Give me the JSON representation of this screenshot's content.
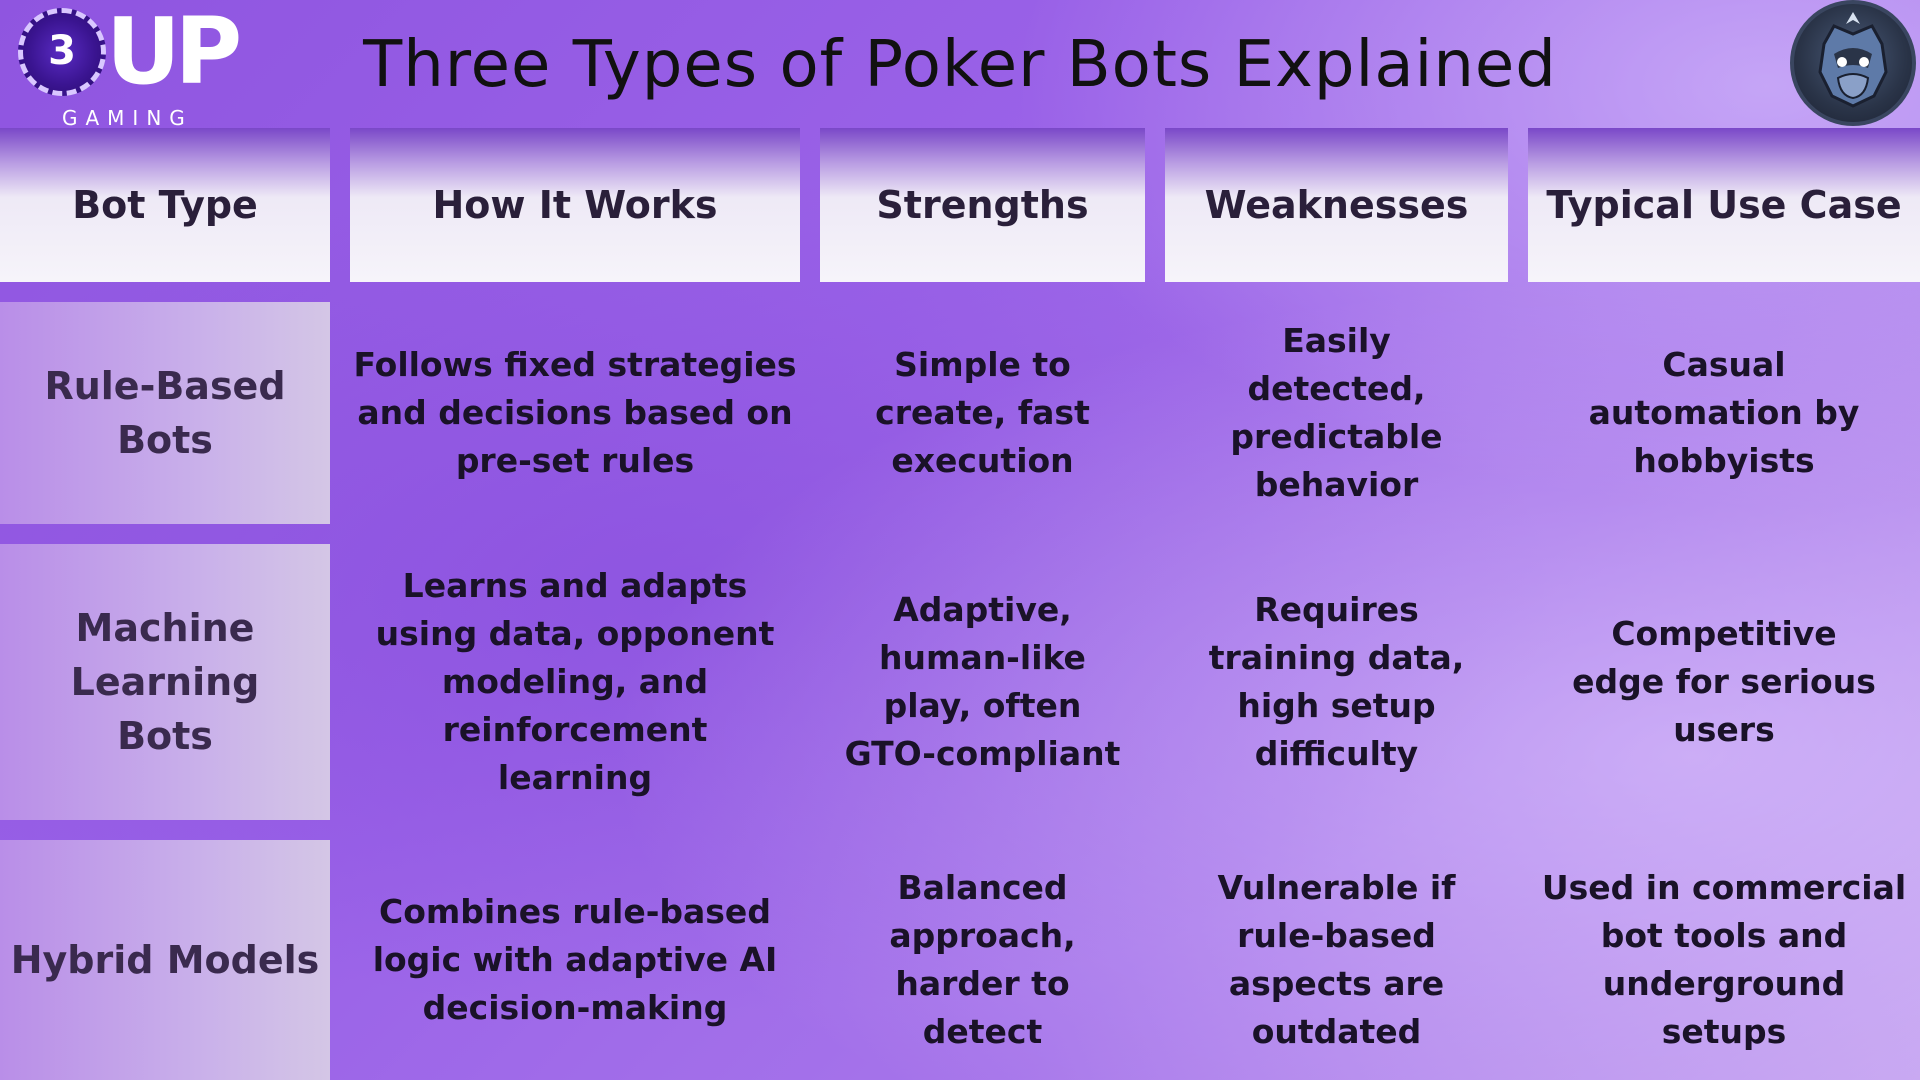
{
  "logo": {
    "number": "3",
    "wordmark": "UP",
    "tagline": "GAMING"
  },
  "title": "Three Types of Poker Bots Explained",
  "colors": {
    "accent": "#8f55e0",
    "header_bg": "#f6f4fa",
    "text": "#1a1228"
  },
  "icons": {
    "mascot": "gorilla-mascot-icon"
  },
  "table": {
    "headers": [
      "Bot Type",
      "How It Works",
      "Strengths",
      "Weaknesses",
      "Typical Use Case"
    ],
    "rows": [
      {
        "type": "Rule-Based Bots",
        "how": "Follows fixed strategies and decisions based on pre-set rules",
        "strengths": "Simple to create, fast execution",
        "weaknesses": "Easily detected, predictable behavior",
        "use": "Casual automation by hobbyists"
      },
      {
        "type": "Machine Learning Bots",
        "how": "Learns and adapts using data, opponent modeling, and reinforcement learning",
        "strengths": "Adaptive, human-like play, often GTO-compliant",
        "weaknesses": "Requires training data, high setup difficulty",
        "use": "Competitive edge for serious users"
      },
      {
        "type": "Hybrid Models",
        "how": "Combines rule-based logic with adaptive AI decision-making",
        "strengths": "Balanced approach, harder to detect",
        "weaknesses": "Vulnerable if rule-based aspects are outdated",
        "use": "Used in commercial bot tools and underground setups"
      }
    ]
  }
}
